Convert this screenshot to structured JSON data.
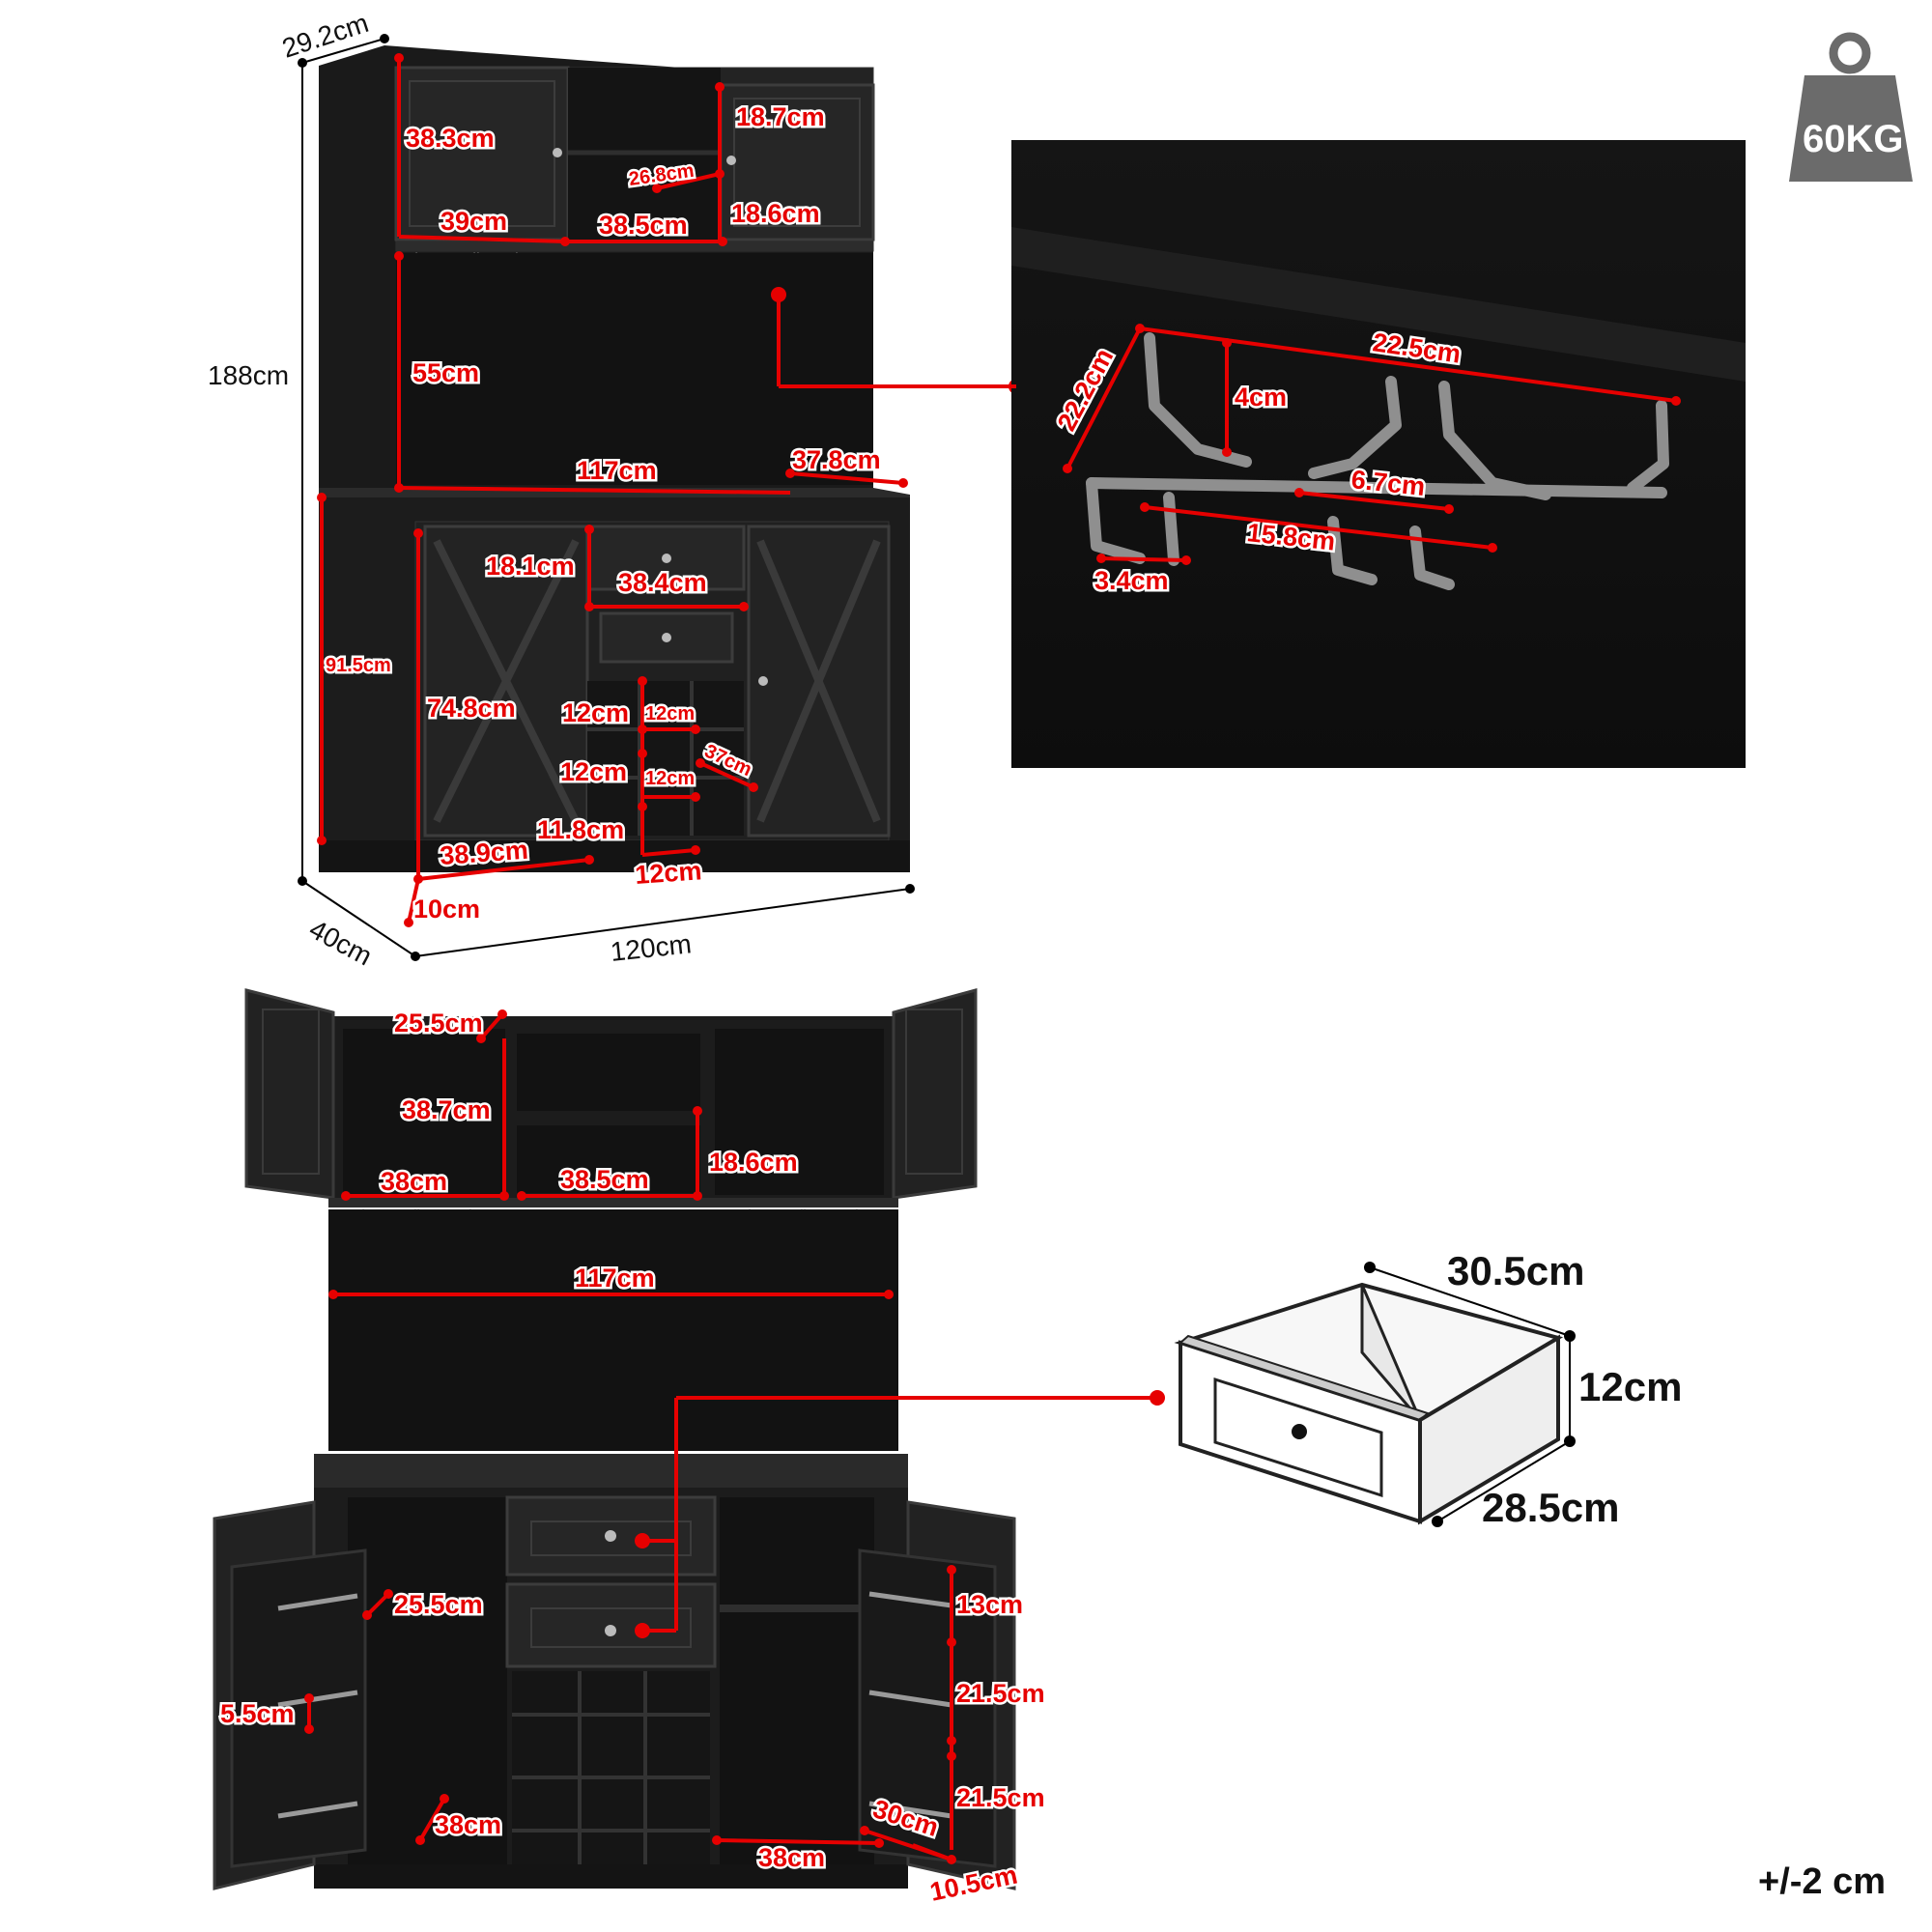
{
  "weight": {
    "label": "60KG",
    "color": "#6b6b6b"
  },
  "tolerance": "+/-2 cm",
  "colors": {
    "cabinet": "#1c1c1c",
    "cabinet_edge": "#3a3a3a",
    "dimension": "#e60000",
    "rack": "#9a9a9a"
  },
  "front_view": {
    "overall": {
      "height": "188cm",
      "width": "120cm",
      "depth": "40cm",
      "top_depth": "29.2cm"
    },
    "hutch": {
      "door_height": "38.3cm",
      "door_width": "39cm",
      "open_shelf_width": "38.5cm",
      "shelf_gap_depth": "26.8cm",
      "right_upper_height": "18.7cm",
      "right_lower_height": "18.6cm",
      "counter_space_height": "55cm"
    },
    "counter": {
      "width": "117cm",
      "depth": "37.8cm"
    },
    "base": {
      "cabinet_height": "91.5cm",
      "door_height": "74.8cm",
      "door_width": "38.9cm",
      "drawer_height": "18.1cm",
      "drawer_width": "38.4cm",
      "wine_cell_height": "12cm",
      "wine_cell_width_small": "12cm",
      "wine_depth": "37cm",
      "wine_cell_2_height": "12cm",
      "wine_cell_2_width": "12cm",
      "wine_cell_3": "11.8cm",
      "wine_bottom_width": "12cm",
      "plinth_height": "10cm"
    }
  },
  "rack_detail": {
    "length": "22.5cm",
    "depth": "22.2cm",
    "drop": "4cm",
    "slot_gap": "6.7cm",
    "inner_span": "15.8cm",
    "rail_width": "3.4cm"
  },
  "open_view": {
    "hutch": {
      "shelf_depth": "25.5cm",
      "interior_height": "38.7cm",
      "left_width": "38cm",
      "center_width": "38.5cm",
      "center_height": "18.6cm"
    },
    "counter_width": "117cm",
    "base": {
      "door_rack_depth": "25.5cm",
      "door_rack_lip": "5.5cm",
      "left_floor_width": "38cm",
      "right_floor_width": "38cm",
      "right_depth": "30cm",
      "right_door_offset": "10.5cm",
      "door_shelf_1": "13cm",
      "door_shelf_2": "21.5cm",
      "door_shelf_3": "21.5cm"
    }
  },
  "drawer_detail": {
    "width": "30.5cm",
    "height": "12cm",
    "depth": "28.5cm"
  }
}
